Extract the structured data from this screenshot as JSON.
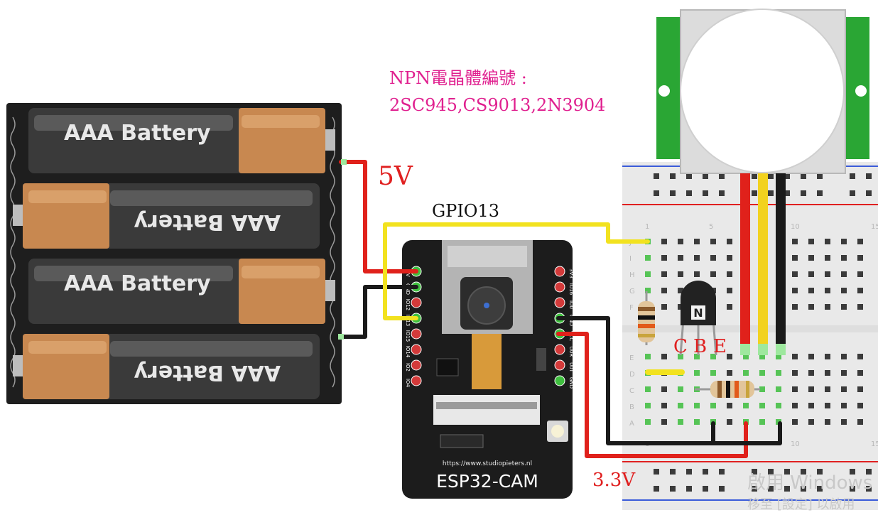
{
  "annotations": {
    "transistor_title": "NPN電晶體編號 :",
    "transistor_models": "2SC945,CS9013,2N3904",
    "voltage_5v": "5V",
    "gpio_label": "GPIO13",
    "voltage_3v3": "3.3V",
    "pin_c": "C",
    "pin_b": "B",
    "pin_e": "E"
  },
  "battery_pack": {
    "cell_label": "AAA Battery",
    "cell_count": 4
  },
  "esp32_cam": {
    "url": "https://www.studiopieters.nl",
    "name": "ESP32-CAM",
    "left_pins": [
      "5V",
      "GND",
      "IO12",
      "IO13",
      "IO15",
      "IO14",
      "IO2",
      "IO4"
    ],
    "right_pins": [
      "3V3",
      "IO16",
      "IO0",
      "GND",
      "VCC",
      "U0R",
      "U0T",
      "GND"
    ]
  },
  "breadboard": {
    "row_letters_top": [
      "J",
      "I",
      "H",
      "G",
      "F"
    ],
    "row_letters_bottom": [
      "E",
      "D",
      "C",
      "B",
      "A"
    ],
    "column_numbers": [
      "1",
      "5",
      "10",
      "15"
    ]
  },
  "transistor_mark": "N",
  "watermark": {
    "line1": "啟用 Windows",
    "line2": "移至 [設定] 以啟用"
  },
  "colors": {
    "wire_red": "#e0211b",
    "wire_black": "#1a1a1a",
    "wire_yellow": "#f2e21f",
    "pir_green": "#2aa634",
    "annotation_magenta": "#e0208f",
    "annotation_red": "#e02020"
  }
}
